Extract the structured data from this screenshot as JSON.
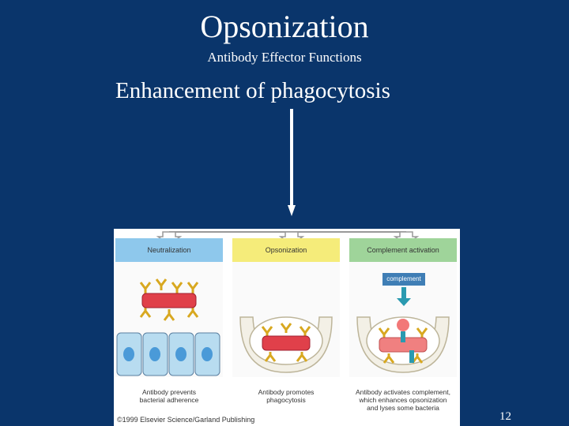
{
  "slide": {
    "title": "Opsonization",
    "subtitle": "Antibody Effector Functions",
    "heading": "Enhancement of phagocytosis",
    "page_number": "12"
  },
  "figure": {
    "panels": [
      {
        "header": "Neutralization",
        "header_color": "#8ec8ec",
        "caption_line1": "Antibody prevents",
        "caption_line2": "bacterial adherence"
      },
      {
        "header": "Opsonization",
        "header_color": "#f5ec7a",
        "caption_line1": "Antibody promotes",
        "caption_line2": "phagocytosis"
      },
      {
        "header": "Complement activation",
        "header_color": "#9fd49a",
        "caption_line1": "Antibody activates complement,",
        "caption_line2": "which enhances opsonization",
        "caption_line3": "and lyses some bacteria"
      }
    ],
    "complement_label": "complement",
    "credit": "©1999 Elsevier Science/Garland Publishing"
  },
  "colors": {
    "background": "#0a356b",
    "bacterium": "#e0404a",
    "antibody": "#f0c030",
    "cell": "#b8dcf0"
  }
}
